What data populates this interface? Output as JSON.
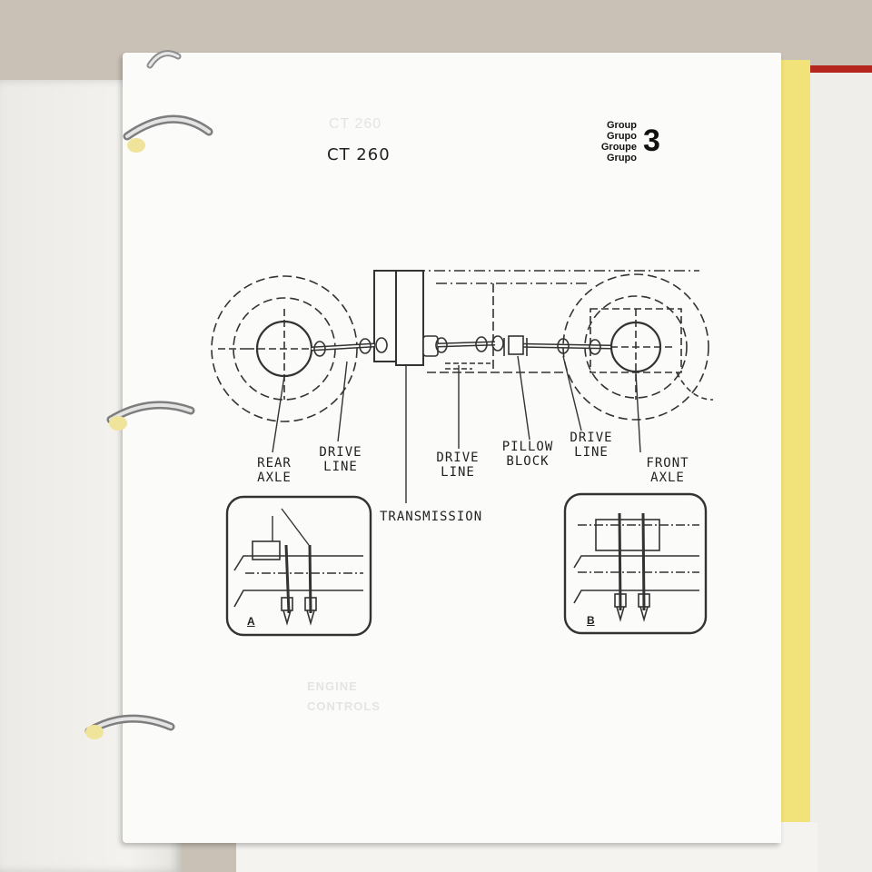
{
  "document": {
    "model_title": "CT 260",
    "group_words": [
      "Group",
      "Grupo",
      "Groupe",
      "Grupo"
    ],
    "group_number": "3"
  },
  "diagram": {
    "labels": {
      "rear_axle": [
        "REAR",
        "AXLE"
      ],
      "drive_line_rear": [
        "DRIVE",
        "LINE"
      ],
      "drive_line_mid": [
        "DRIVE",
        "LINE"
      ],
      "pillow_block": [
        "PILLOW",
        "BLOCK"
      ],
      "drive_line_front": [
        "DRIVE",
        "LINE"
      ],
      "front_axle": [
        "FRONT",
        "AXLE"
      ],
      "transmission": "TRANSMISSION"
    },
    "details": {
      "a": "A",
      "b": "B"
    }
  },
  "ghost_text": {
    "top": "CT 260",
    "bottom_1": "ENGINE",
    "bottom_2": "CONTROLS"
  }
}
